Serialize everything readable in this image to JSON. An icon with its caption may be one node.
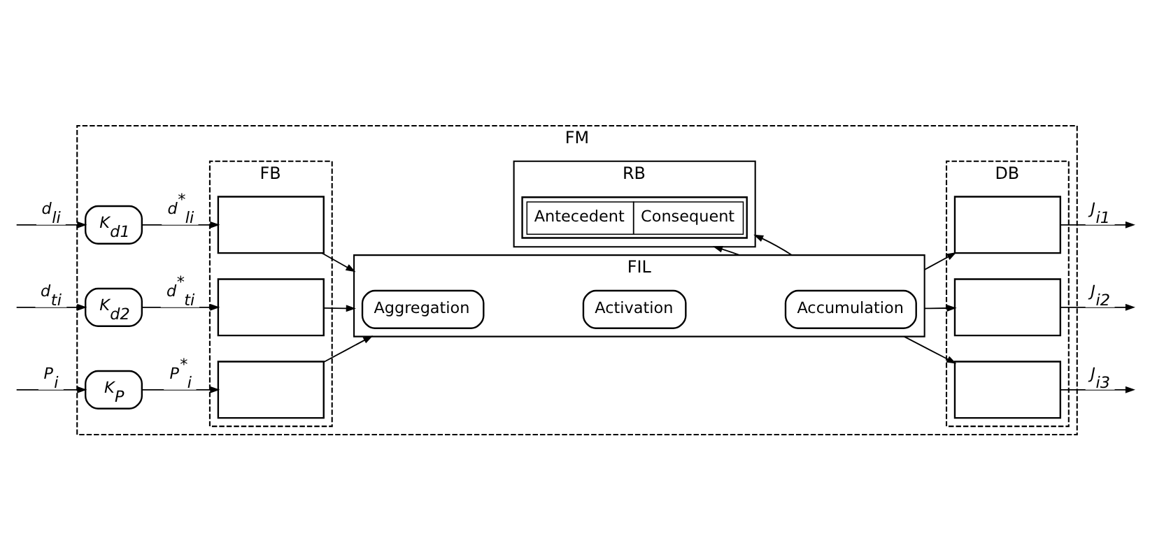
{
  "diagram": {
    "nodes": [
      {
        "text": [
          "FM"
        ]
      },
      {
        "text": [
          "K$_{d1}$"
        ],
        "in": 0
      },
      {
        "text": [
          "K$_{d2}$"
        ],
        "in": 0
      },
      {
        "text": [
          "K$_{P}$"
        ],
        "in": 0
      },
      {
        "text": [
          "FB"
        ],
        "in": 0
      },
      {
        "text": [],
        "shape": "box",
        "in": 4
      },
      {
        "text": [],
        "shape": "box",
        "in": 4
      },
      {
        "text": [],
        "shape": "box",
        "in": 4
      },
      {
        "text": [
          "RB"
        ],
        "in": 0
      },
      {
        "text": [
          "Antecedent",
          "Consequent"
        ],
        "in": 8
      },
      {
        "text": [
          "FIL"
        ],
        "in": 0
      },
      {
        "text": [
          "Aggregation"
        ],
        "in": 10
      },
      {
        "text": [
          "Activation"
        ],
        "in": 10
      },
      {
        "text": [
          "Accumulation"
        ],
        "in": 10
      },
      {
        "text": [
          "DB"
        ],
        "in": 0
      },
      {
        "text": [],
        "shape": "box",
        "in": 14
      },
      {
        "text": [],
        "shape": "box",
        "in": 14
      },
      {
        "text": [],
        "shape": "box",
        "in": 14
      }
    ],
    "edges": [
      {
        "from": null,
        "to": 1,
        "arrow": "to",
        "label": "d$_{li}$"
      },
      {
        "from": null,
        "to": 2,
        "arrow": "to",
        "label": "d$_{ti}$"
      },
      {
        "from": null,
        "to": 3,
        "arrow": "to",
        "label": "P$_{i}$"
      },
      {
        "from": 1,
        "to": 5,
        "arrow": "to",
        "label": "d$^{*}$$_{li}$"
      },
      {
        "from": 2,
        "to": 6,
        "arrow": "to",
        "label": "d$^{*}$$_{ti}$"
      },
      {
        "from": 3,
        "to": 7,
        "arrow": "to",
        "label": "P$^{*}$$_{i}$"
      },
      {
        "from": 5,
        "to": 10,
        "arrow": "to"
      },
      {
        "from": 6,
        "to": 10,
        "arrow": "to"
      },
      {
        "from": 7,
        "to": 10,
        "arrow": "to"
      },
      {
        "from": 10,
        "to": 8,
        "arrow": "to"
      },
      {
        "from": 10,
        "to": 8,
        "arrow": "to"
      },
      {
        "from": 10,
        "to": 15,
        "arrow": "to"
      },
      {
        "from": 10,
        "to": 16,
        "arrow": "to"
      },
      {
        "from": 10,
        "to": 17,
        "arrow": "to"
      },
      {
        "from": 15,
        "to": null,
        "arrow": "to",
        "label": "J$_{i1}$"
      },
      {
        "from": 16,
        "to": null,
        "arrow": "to",
        "label": "J$_{i2}$"
      },
      {
        "from": 17,
        "to": null,
        "arrow": "to",
        "label": "J$_{i3}$"
      }
    ]
  }
}
